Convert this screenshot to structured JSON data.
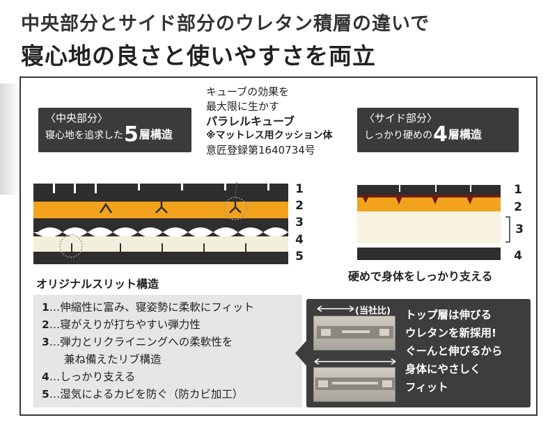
{
  "headline": {
    "line1": "中央部分とサイド部分のウレタン積層の違いで",
    "line2": "寝心地の良さと使いやすさを両立"
  },
  "center_label": {
    "bracket": "〈中央部分〉",
    "desc": "寝心地を追求した",
    "num": "5",
    "suffix": "層構造"
  },
  "side_label": {
    "bracket": "〈サイド部分〉",
    "desc": "しっかり硬めの",
    "num": "4",
    "suffix": "層構造"
  },
  "callout": {
    "line1": "キューブの効果を",
    "line2": "最大限に生かす",
    "line3": "パラレルキューブ",
    "line4": "※マットレス用クッション体",
    "line5": "意匠登録第1640734号"
  },
  "center_layers": [
    "1",
    "2",
    "3",
    "4",
    "5"
  ],
  "side_layers": [
    "1",
    "2",
    "3",
    "4"
  ],
  "center_caption": "オリジナルスリット構造",
  "side_caption": "硬めで身体をしっかり支える",
  "features": [
    {
      "num": "1",
      "sep": "…",
      "text": "伸縮性に富み、寝姿勢に柔軟にフィット"
    },
    {
      "num": "2",
      "sep": "…",
      "text": "寝がえりが打ちやすい弾力性"
    },
    {
      "num": "3",
      "sep": "…",
      "text": "弾力とリクライニングへの柔軟性を"
    },
    {
      "num": "",
      "sep": "",
      "text": "兼ね備えたリブ構造"
    },
    {
      "num": "4",
      "sep": "…",
      "text": "しっかり支える"
    },
    {
      "num": "5",
      "sep": "…",
      "text": "湿気によるカビを防ぐ（防カビ加工）"
    }
  ],
  "compare": {
    "ours_label": "(当社比)",
    "text_lines": [
      "トップ層は伸びる",
      "ウレタンを新採用!",
      "ぐーんと伸びるから",
      "身体にやさしく",
      "フィット"
    ]
  },
  "colors": {
    "orange": "#f2a21c",
    "black_foam": "#2e2e2e",
    "cream": "#f2efdc",
    "dark_box": "#3b3b3b"
  }
}
